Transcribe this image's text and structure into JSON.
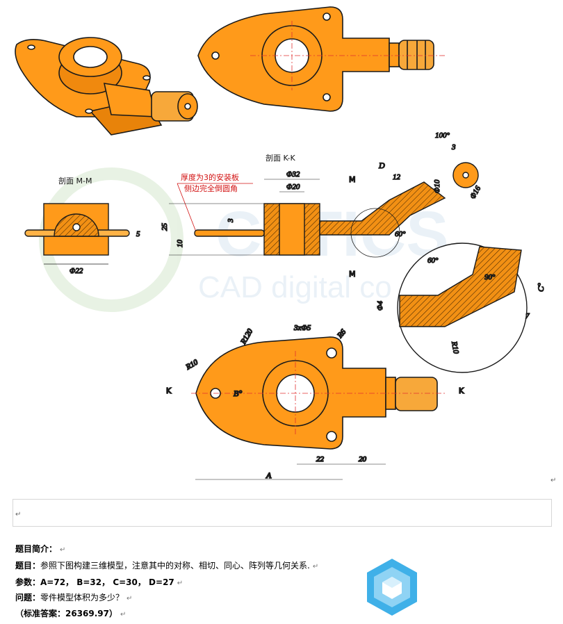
{
  "drawing": {
    "section_kk": "剖面 K-K",
    "section_mm": "剖面 M-M",
    "note_line1": "厚度为3的安装板",
    "note_line2": "侧边完全倒圆角",
    "watermark_main": "CATICS",
    "watermark_sub": "CAD digital co",
    "dims": {
      "d32": "Φ32",
      "d20": "Φ20",
      "d22": "Φ22",
      "d10": "Φ10",
      "d16": "Φ16",
      "d4": "Φ4",
      "v25": "25",
      "v10": "10",
      "v3": "3",
      "v5": "5",
      "v7": "7",
      "v12": "12",
      "a100": "100°",
      "a60a": "60°",
      "a60b": "60°",
      "a90": "90°",
      "v3b": "3",
      "r10a": "R10",
      "r10b": "R10",
      "r120": "R120",
      "r6": "R6",
      "holes": "3xΦ5",
      "h22": "22",
      "h20": "20",
      "A": "A",
      "B": "B°",
      "C": "C°",
      "D": "D",
      "M": "M",
      "K": "K"
    }
  },
  "info": {
    "intro_label": "题目简介：",
    "topic_label": "题目：",
    "topic_text": "参照下图构建三维模型，注意其中的对称、相切、同心、阵列等几何关系.",
    "params_label": "参数：",
    "params_text": "A=72，  B=32，  C=30，  D=27",
    "question_label": "问题：",
    "question_text": "零件模型体积为多少？",
    "answer_text": "（标准答案：26369.97）"
  },
  "return_mark": "↵",
  "colors": {
    "part": "#ff9a1a",
    "edge": "#1a1a1a",
    "dim": "#111111",
    "note": "#d21010",
    "axis": "#e23030",
    "blue": "#1f3fd0",
    "logo": "#3fb0e8"
  }
}
